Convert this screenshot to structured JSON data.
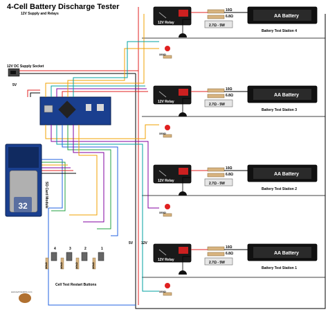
{
  "title": "4-Cell Battery Discharge Tester",
  "subtitle": "12V Supply and Relays",
  "supply_label": "12V DC Supply Socket",
  "supply_voltage": "5V",
  "sd_module_label": "SD Card Module",
  "sd_card_text": "32",
  "restart_buttons_label": "Cell Test Restart Buttons",
  "watermark": "www.technicalinfo.com",
  "resistor_10k": "10kΩ",
  "button_numbers": [
    "4",
    "3",
    "2",
    "1"
  ],
  "rail_labels": {
    "v5": "5V",
    "v12": "12V"
  },
  "stations": [
    {
      "relay": "12V Relay",
      "r1": "10Ω",
      "r2": "6.8Ω",
      "load": "2.7Ω - 5W",
      "battery": "AA Battery",
      "led_res": "330Ω",
      "name": "Battery Test Station 4"
    },
    {
      "relay": "12V Relay",
      "r1": "10Ω",
      "r2": "6.8Ω",
      "load": "2.7Ω - 5W",
      "battery": "AA Battery",
      "led_res": "330Ω",
      "name": "Battery Test Station 3"
    },
    {
      "relay": "12V Relay",
      "r1": "10Ω",
      "r2": "6.8Ω",
      "load": "2.7Ω - 5W",
      "battery": "AA Battery",
      "led_res": "330Ω",
      "name": "Battery Test Station 2"
    },
    {
      "relay": "12V Relay",
      "r1": "10Ω",
      "r2": "6.8Ω",
      "load": "2.7Ω - 5W",
      "battery": "AA Battery",
      "led_res": "330Ω",
      "name": "Battery Test Station 1"
    }
  ]
}
